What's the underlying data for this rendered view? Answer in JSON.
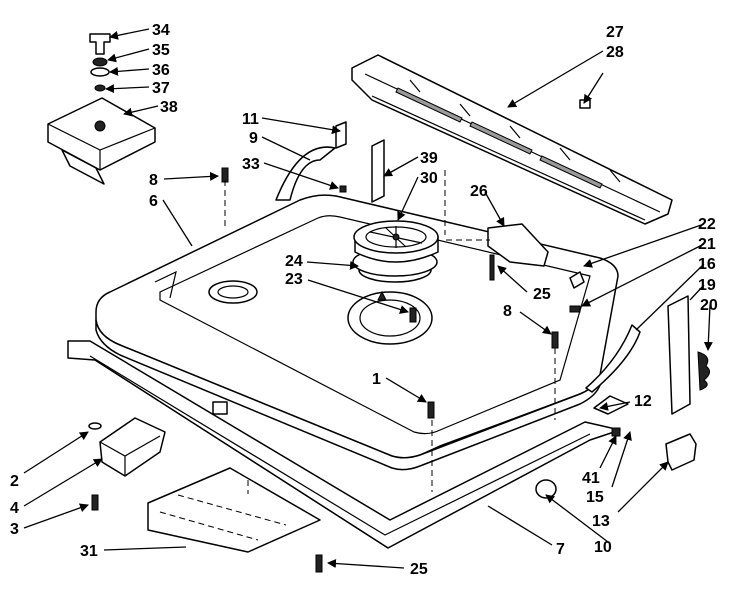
{
  "callouts": {
    "c1": "1",
    "c2": "2",
    "c3": "3",
    "c4": "4",
    "c6": "6",
    "c7": "7",
    "c8a": "8",
    "c8b": "8",
    "c9": "9",
    "c10": "10",
    "c11": "11",
    "c12": "12",
    "c13": "13",
    "c15": "15",
    "c16": "16",
    "c19": "19",
    "c20": "20",
    "c21": "21",
    "c22": "22",
    "c23": "23",
    "c24": "24",
    "c25a": "25",
    "c25b": "25",
    "c26": "26",
    "c27": "27",
    "c28": "28",
    "c30": "30",
    "c31": "31",
    "c33": "33",
    "c34": "34",
    "c35": "35",
    "c36": "36",
    "c37": "37",
    "c38": "38",
    "c39": "39",
    "c41": "41"
  }
}
